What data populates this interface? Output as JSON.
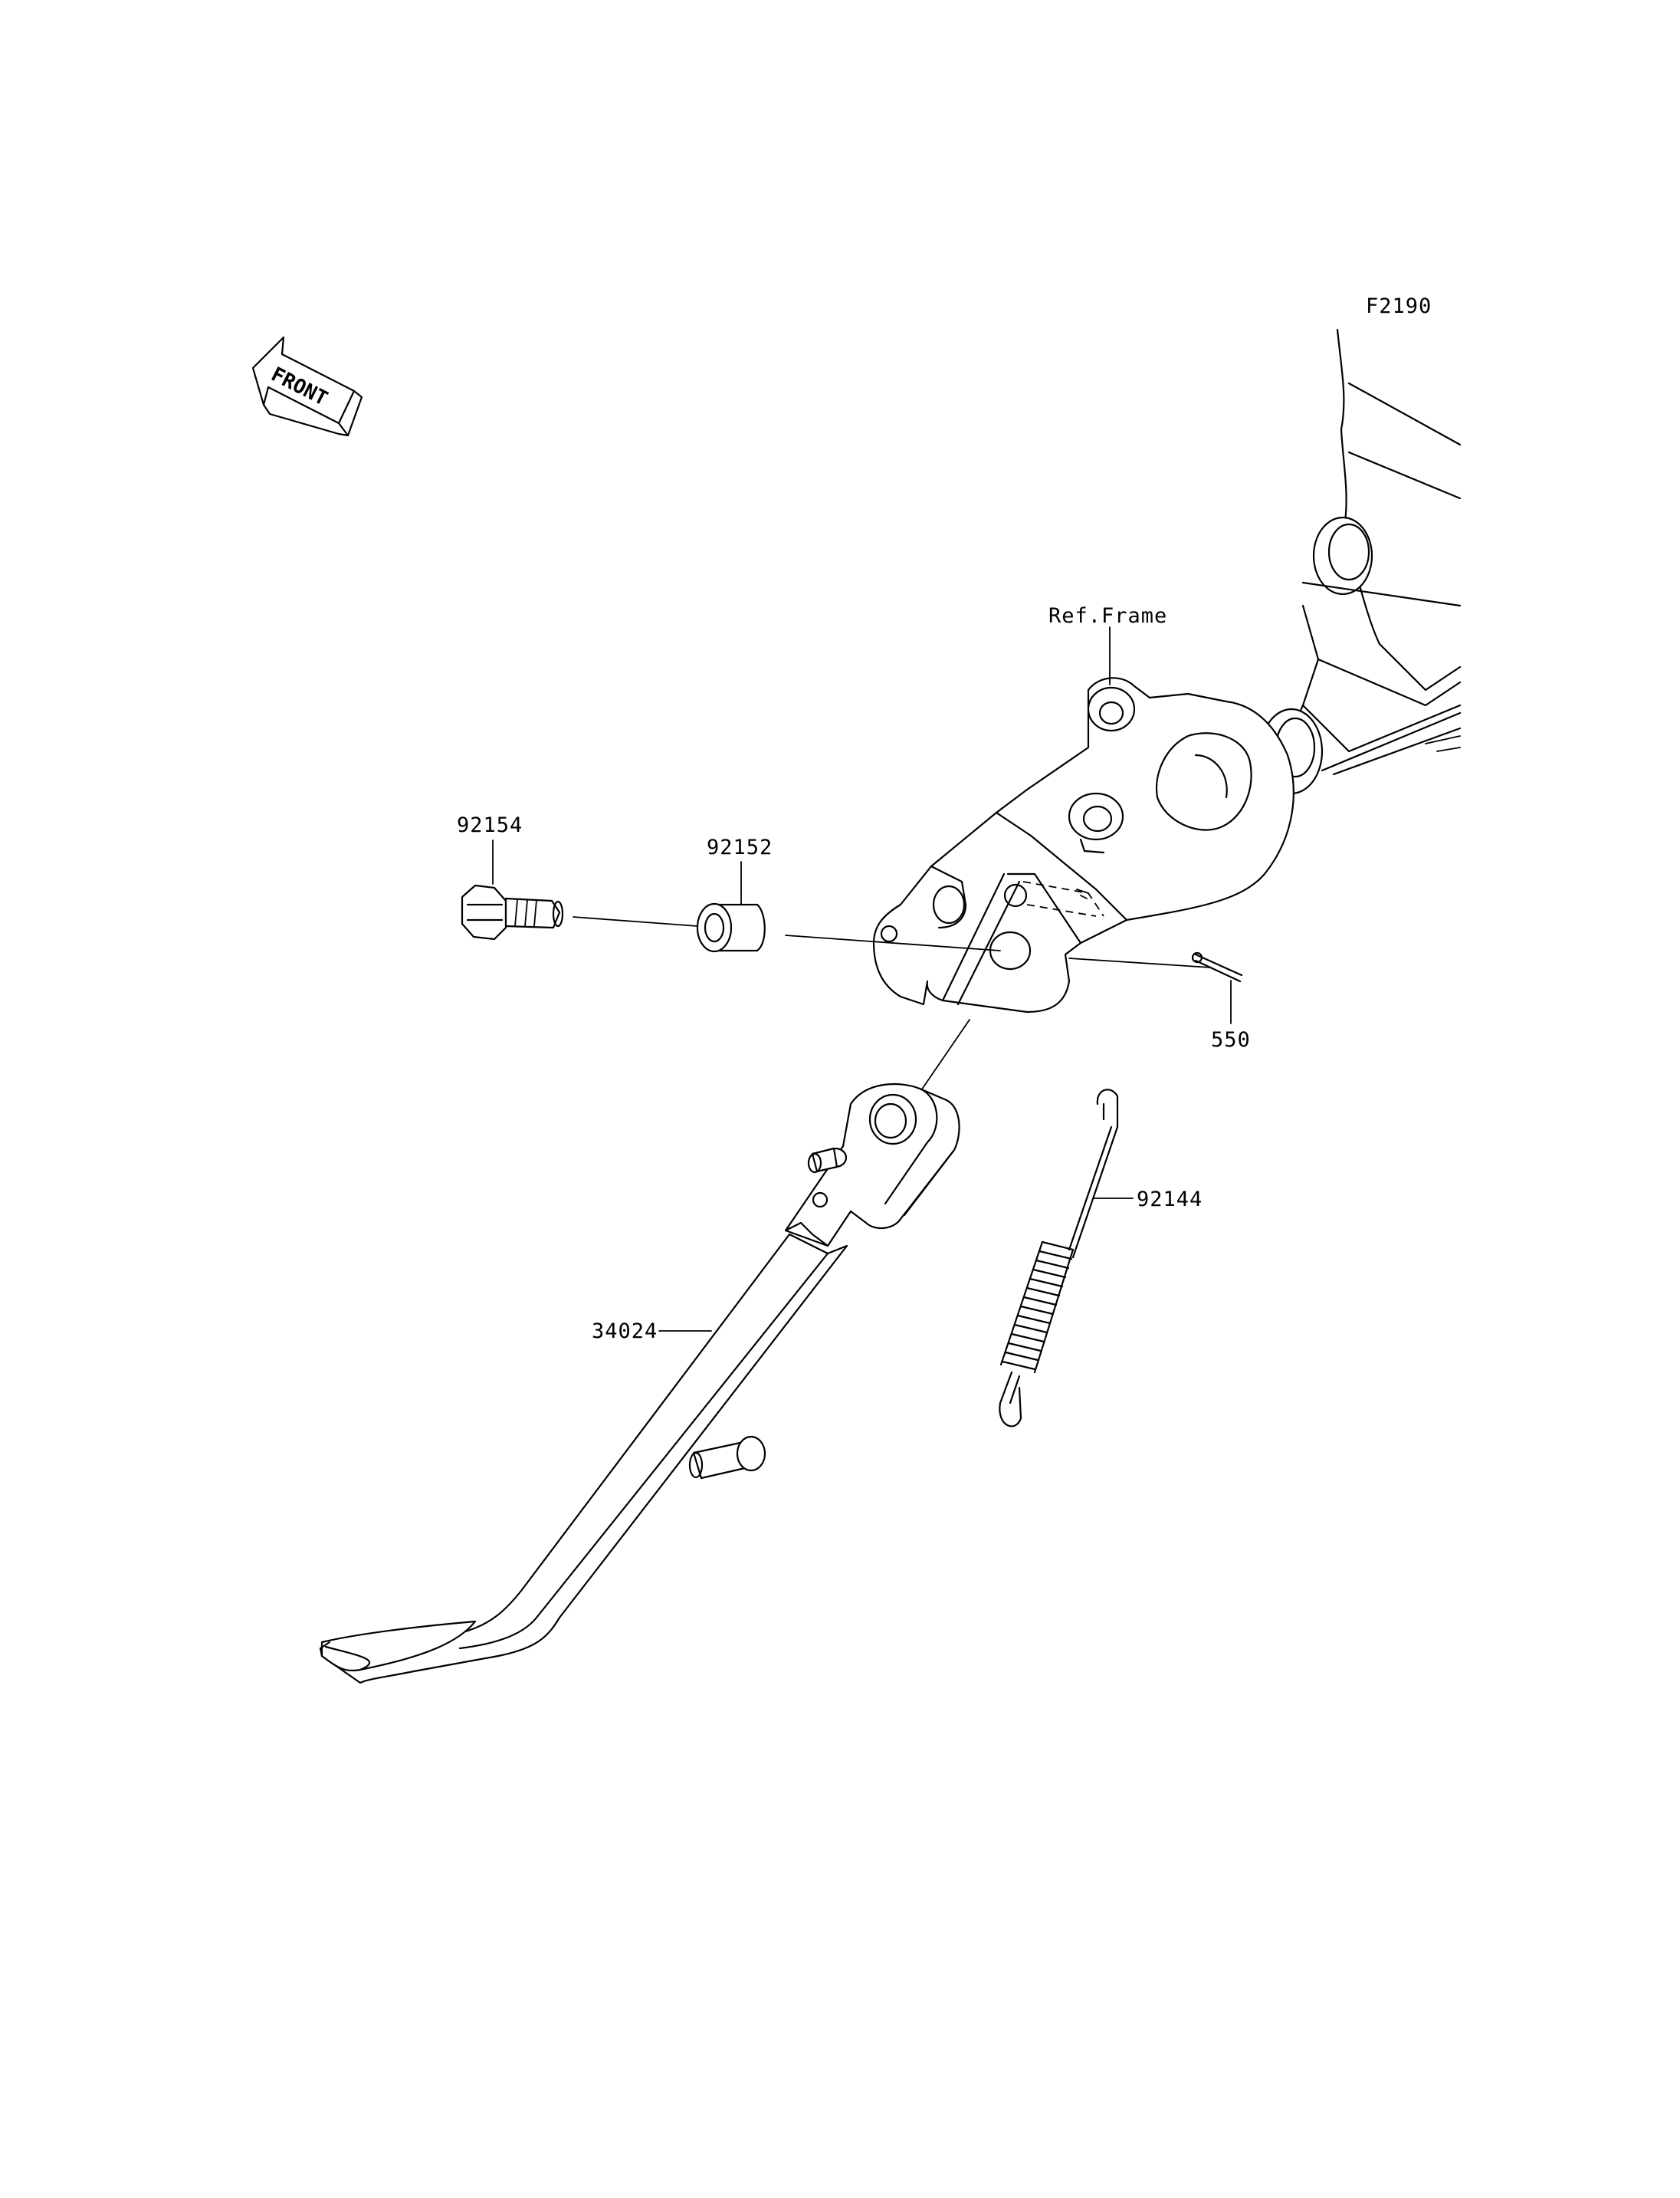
{
  "diagram": {
    "figure_code": "F2190",
    "direction_arrow_label": "FRONT",
    "reference_label": "Ref.Frame",
    "parts": [
      {
        "id": "92154",
        "name": "flange-bolt"
      },
      {
        "id": "92152",
        "name": "collar"
      },
      {
        "id": "550",
        "name": "cotter-pin"
      },
      {
        "id": "92144",
        "name": "spring"
      },
      {
        "id": "34024",
        "name": "side-stand"
      }
    ],
    "colors": {
      "line": "#000000",
      "background": "#ffffff"
    }
  }
}
